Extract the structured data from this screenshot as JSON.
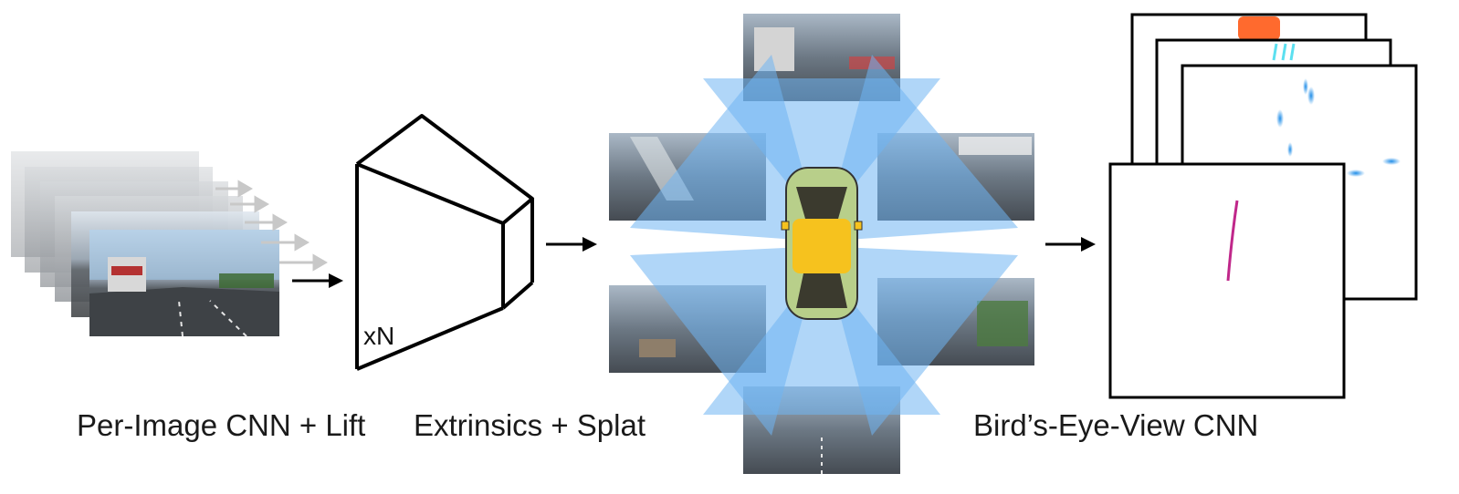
{
  "stages": {
    "lift": {
      "label": "Per-Image CNN + Lift"
    },
    "splat": {
      "label": "Extrinsics + Splat"
    },
    "bev": {
      "label": "Bird’s-Eye-View CNN"
    }
  },
  "encoder": {
    "multiplier": "xN"
  },
  "colors": {
    "frustum_blue": "#6fb4f2",
    "car_yellow": "#f6c21e",
    "car_green": "#b8cf8a",
    "bev_orange": "#ff6a2e",
    "bev_cyan": "#5ce0f0",
    "bev_blue": "#1f8de8",
    "bev_magenta": "#c0278a",
    "frame_stroke": "#000000",
    "arrow": "#000000"
  }
}
